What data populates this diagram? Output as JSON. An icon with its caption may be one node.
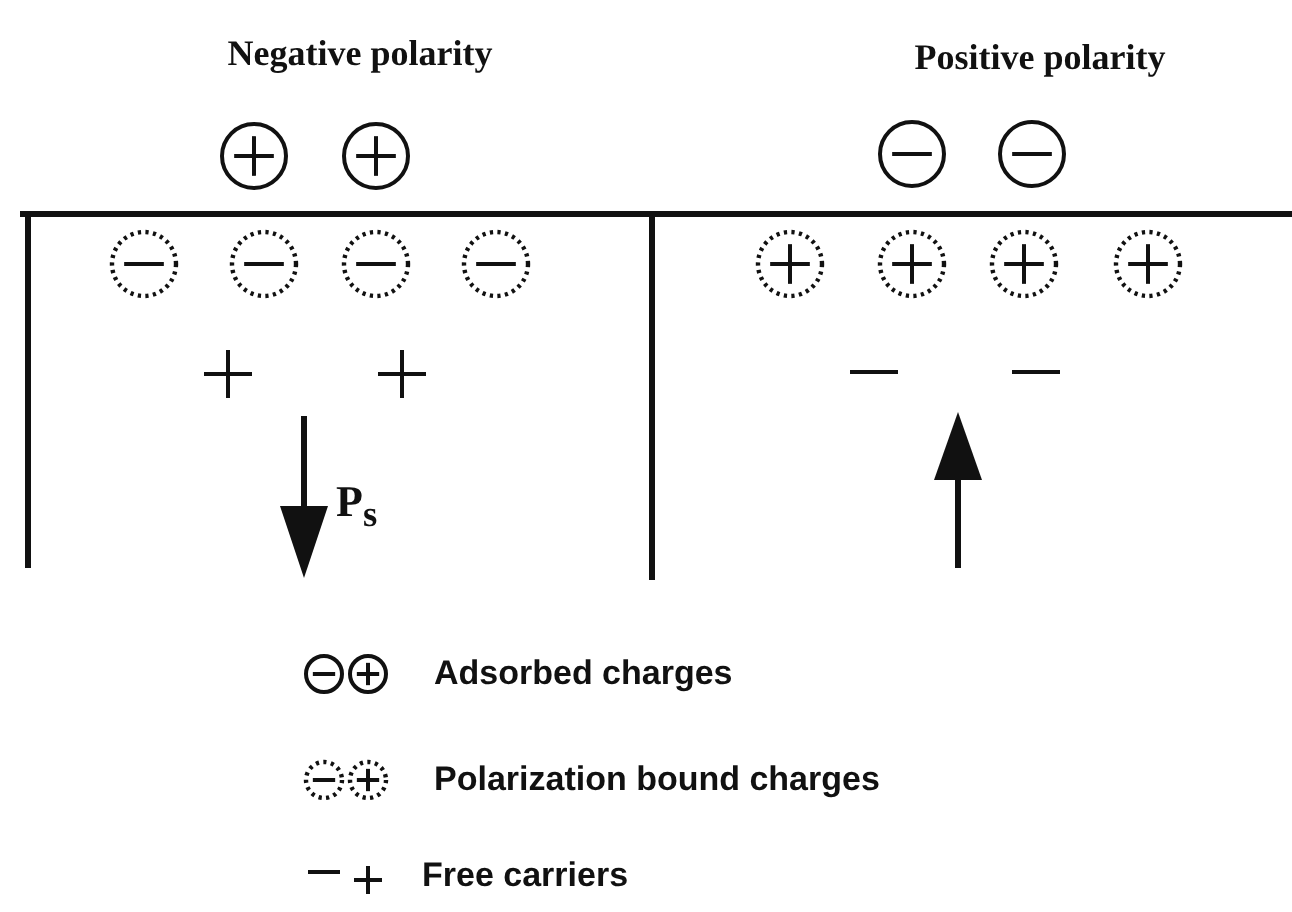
{
  "diagram": {
    "labels": [
      "Negative polarity",
      "Positive polarity",
      "P$_{s}$"
    ],
    "legend": [
      {
        "text": "Adsorbed charges"
      },
      {
        "text": "Polarization bound charges"
      },
      {
        "text": "Free carriers"
      }
    ]
  }
}
